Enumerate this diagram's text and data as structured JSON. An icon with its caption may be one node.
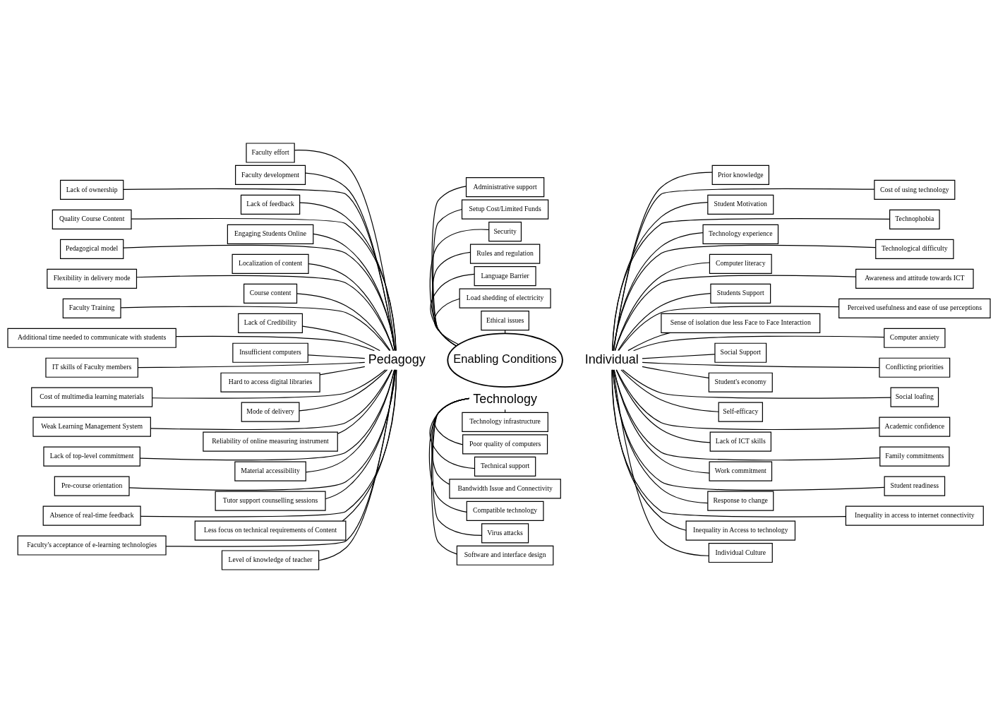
{
  "diagram": {
    "nodes": [
      {
        "text": [
          "Enabling Conditions"
        ]
      },
      {
        "text": [
          "Pedagogy"
        ]
      },
      {
        "text": [
          "Individual"
        ]
      },
      {
        "text": [
          "Technology"
        ]
      },
      {
        "text": [
          "Faculty effort"
        ]
      },
      {
        "text": [
          "Faculty development"
        ]
      },
      {
        "text": [
          "Lack of ownership"
        ]
      },
      {
        "text": [
          "Lack of feedback"
        ]
      },
      {
        "text": [
          "Quality Course Content"
        ]
      },
      {
        "text": [
          "Engaging Students Online"
        ]
      },
      {
        "text": [
          "Pedagogical model"
        ]
      },
      {
        "text": [
          "Localization of content"
        ]
      },
      {
        "text": [
          "Flexibility in delivery mode"
        ]
      },
      {
        "text": [
          "Course content"
        ]
      },
      {
        "text": [
          "Faculty Training"
        ]
      },
      {
        "text": [
          "Lack of Credibility"
        ]
      },
      {
        "text": [
          "Additional time needed to communicate with students"
        ]
      },
      {
        "text": [
          "Insufficient computers"
        ]
      },
      {
        "text": [
          "IT skills of Faculty members"
        ]
      },
      {
        "text": [
          "Hard to access digital libraries"
        ]
      },
      {
        "text": [
          "Cost of multimedia learning materials"
        ]
      },
      {
        "text": [
          "Mode of delivery"
        ]
      },
      {
        "text": [
          "Weak Learning Management System"
        ]
      },
      {
        "text": [
          "Reliability of online measuring instrument"
        ]
      },
      {
        "text": [
          "Lack of top-level commitment"
        ]
      },
      {
        "text": [
          "Material accessibility"
        ]
      },
      {
        "text": [
          "Pre-course orientation"
        ]
      },
      {
        "text": [
          "Tutor support counselling sessions"
        ]
      },
      {
        "text": [
          "Absence of real-time feedback"
        ]
      },
      {
        "text": [
          "Less focus on technical requirements of Content"
        ]
      },
      {
        "text": [
          "Faculty's acceptance of e-learning technologies"
        ]
      },
      {
        "text": [
          "Level of knowledge of teacher"
        ]
      },
      {
        "text": [
          "Prior knowledge"
        ]
      },
      {
        "text": [
          "Cost of using technology"
        ]
      },
      {
        "text": [
          "Student Motivation"
        ]
      },
      {
        "text": [
          "Technophobia"
        ]
      },
      {
        "text": [
          "Technology experience"
        ]
      },
      {
        "text": [
          "Technological difficulty"
        ]
      },
      {
        "text": [
          "Computer literacy"
        ]
      },
      {
        "text": [
          "Awareness and attitude towards ICT"
        ]
      },
      {
        "text": [
          "Students Support"
        ]
      },
      {
        "text": [
          "Perceived usefulness and ease of use perceptions"
        ]
      },
      {
        "text": [
          "Sense of isolation due less Face to Face Interaction"
        ]
      },
      {
        "text": [
          "Computer anxiety"
        ]
      },
      {
        "text": [
          "Social Support"
        ]
      },
      {
        "text": [
          "Conflicting priorities"
        ]
      },
      {
        "text": [
          "Student's economy"
        ]
      },
      {
        "text": [
          "Social loafing"
        ]
      },
      {
        "text": [
          "Self-efficacy"
        ]
      },
      {
        "text": [
          "Academic confidence"
        ]
      },
      {
        "text": [
          "Lack of ICT skills"
        ]
      },
      {
        "text": [
          "Family commitments"
        ]
      },
      {
        "text": [
          "Work commitment"
        ]
      },
      {
        "text": [
          "Student readiness"
        ]
      },
      {
        "text": [
          "Response to change"
        ]
      },
      {
        "text": [
          "Inequality in access to internet connectivity"
        ]
      },
      {
        "text": [
          "Inequality in Access to technology"
        ]
      },
      {
        "text": [
          "Individual Culture"
        ]
      },
      {
        "text": [
          "Administrative support"
        ]
      },
      {
        "text": [
          "Setup Cost/Limited Funds"
        ]
      },
      {
        "text": [
          "Security"
        ]
      },
      {
        "text": [
          "Rules and regulation"
        ]
      },
      {
        "text": [
          "Language Barrier"
        ]
      },
      {
        "text": [
          "Load shedding of electricity"
        ]
      },
      {
        "text": [
          "Ethical issues"
        ]
      },
      {
        "text": [
          "Software and interface design"
        ]
      },
      {
        "text": [
          "Virus attacks"
        ]
      },
      {
        "text": [
          "Compatible technology"
        ]
      },
      {
        "text": [
          "Bandwidth Issue and Connectivity"
        ]
      },
      {
        "text": [
          "Technical support"
        ]
      },
      {
        "text": [
          "Poor quality of computers"
        ]
      },
      {
        "text": [
          "Technology infrastructure"
        ]
      }
    ],
    "edges": [
      {
        "from": 4,
        "to": 1,
        "arrow": "none"
      },
      {
        "from": 5,
        "to": 1,
        "arrow": "none"
      },
      {
        "from": 6,
        "to": 1,
        "arrow": "none"
      },
      {
        "from": 7,
        "to": 1,
        "arrow": "none"
      },
      {
        "from": 8,
        "to": 1,
        "arrow": "none"
      },
      {
        "from": 9,
        "to": 1,
        "arrow": "none"
      },
      {
        "from": 10,
        "to": 1,
        "arrow": "none"
      },
      {
        "from": 11,
        "to": 1,
        "arrow": "none"
      },
      {
        "from": 12,
        "to": 1,
        "arrow": "none"
      },
      {
        "from": 13,
        "to": 1,
        "arrow": "none"
      },
      {
        "from": 14,
        "to": 1,
        "arrow": "none"
      },
      {
        "from": 15,
        "to": 1,
        "arrow": "none"
      },
      {
        "from": 16,
        "to": 1,
        "arrow": "none"
      },
      {
        "from": 17,
        "to": 1,
        "arrow": "none"
      },
      {
        "from": 18,
        "to": 1,
        "arrow": "none"
      },
      {
        "from": 19,
        "to": 1,
        "arrow": "none"
      },
      {
        "from": 20,
        "to": 1,
        "arrow": "none"
      },
      {
        "from": 21,
        "to": 1,
        "arrow": "none"
      },
      {
        "from": 22,
        "to": 1,
        "arrow": "none"
      },
      {
        "from": 23,
        "to": 1,
        "arrow": "none"
      },
      {
        "from": 24,
        "to": 1,
        "arrow": "none"
      },
      {
        "from": 25,
        "to": 1,
        "arrow": "none"
      },
      {
        "from": 26,
        "to": 1,
        "arrow": "none"
      },
      {
        "from": 27,
        "to": 1,
        "arrow": "none"
      },
      {
        "from": 28,
        "to": 1,
        "arrow": "none"
      },
      {
        "from": 29,
        "to": 1,
        "arrow": "none"
      },
      {
        "from": 30,
        "to": 1,
        "arrow": "none"
      },
      {
        "from": 31,
        "to": 1,
        "arrow": "none"
      },
      {
        "from": 2,
        "to": 32,
        "arrow": "none"
      },
      {
        "from": 2,
        "to": 33,
        "arrow": "none"
      },
      {
        "from": 2,
        "to": 34,
        "arrow": "none"
      },
      {
        "from": 2,
        "to": 35,
        "arrow": "none"
      },
      {
        "from": 2,
        "to": 36,
        "arrow": "none"
      },
      {
        "from": 2,
        "to": 37,
        "arrow": "none"
      },
      {
        "from": 2,
        "to": 38,
        "arrow": "none"
      },
      {
        "from": 2,
        "to": 39,
        "arrow": "none"
      },
      {
        "from": 2,
        "to": 40,
        "arrow": "none"
      },
      {
        "from": 2,
        "to": 41,
        "arrow": "none"
      },
      {
        "from": 2,
        "to": 42,
        "arrow": "none"
      },
      {
        "from": 2,
        "to": 43,
        "arrow": "none"
      },
      {
        "from": 2,
        "to": 44,
        "arrow": "none"
      },
      {
        "from": 2,
        "to": 45,
        "arrow": "none"
      },
      {
        "from": 2,
        "to": 46,
        "arrow": "none"
      },
      {
        "from": 2,
        "to": 47,
        "arrow": "none"
      },
      {
        "from": 2,
        "to": 48,
        "arrow": "none"
      },
      {
        "from": 2,
        "to": 49,
        "arrow": "none"
      },
      {
        "from": 2,
        "to": 50,
        "arrow": "none"
      },
      {
        "from": 2,
        "to": 51,
        "arrow": "none"
      },
      {
        "from": 2,
        "to": 52,
        "arrow": "none"
      },
      {
        "from": 2,
        "to": 53,
        "arrow": "none"
      },
      {
        "from": 2,
        "to": 54,
        "arrow": "none"
      },
      {
        "from": 2,
        "to": 55,
        "arrow": "none"
      },
      {
        "from": 2,
        "to": 56,
        "arrow": "none"
      },
      {
        "from": 2,
        "to": 57,
        "arrow": "none"
      },
      {
        "from": 58,
        "to": 0,
        "arrow": "none"
      },
      {
        "from": 59,
        "to": 0,
        "arrow": "none"
      },
      {
        "from": 60,
        "to": 0,
        "arrow": "none"
      },
      {
        "from": 61,
        "to": 0,
        "arrow": "none"
      },
      {
        "from": 62,
        "to": 0,
        "arrow": "none"
      },
      {
        "from": 63,
        "to": 0,
        "arrow": "none"
      },
      {
        "from": 64,
        "to": 0,
        "arrow": "none"
      },
      {
        "from": 3,
        "to": 65,
        "arrow": "none"
      },
      {
        "from": 3,
        "to": 66,
        "arrow": "none"
      },
      {
        "from": 3,
        "to": 67,
        "arrow": "none"
      },
      {
        "from": 3,
        "to": 68,
        "arrow": "none"
      },
      {
        "from": 3,
        "to": 69,
        "arrow": "none"
      },
      {
        "from": 3,
        "to": 70,
        "arrow": "none"
      },
      {
        "from": 3,
        "to": 71,
        "arrow": "none"
      }
    ]
  }
}
